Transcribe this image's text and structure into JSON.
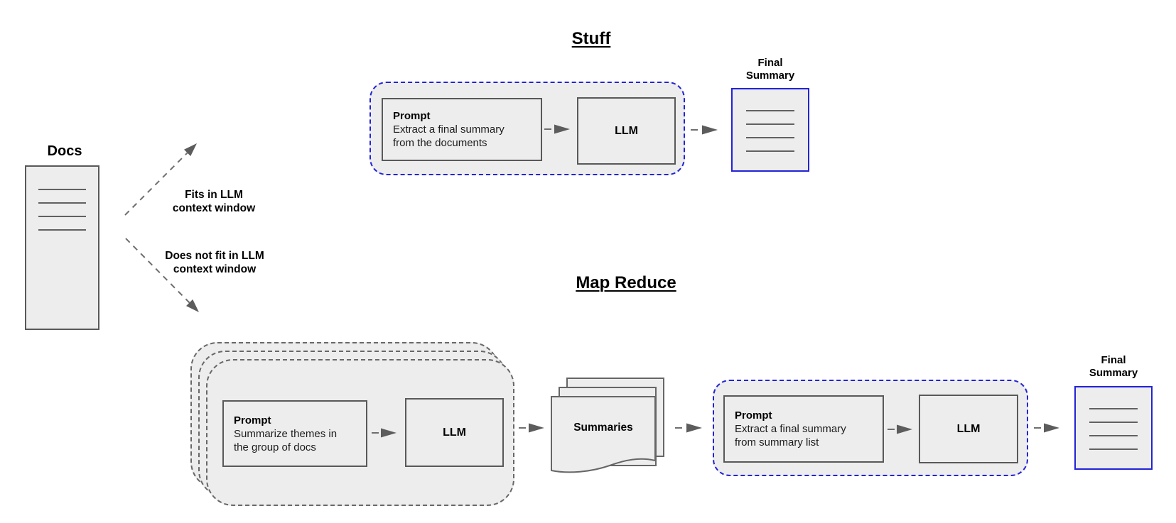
{
  "diagram": {
    "docs_label": "Docs",
    "branch_fits": {
      "line1": "Fits in LLM",
      "line2": "context window"
    },
    "branch_not_fit": {
      "line1": "Does not fit in LLM",
      "line2": "context window"
    },
    "stuff": {
      "title": "Stuff",
      "prompt_heading": "Prompt",
      "prompt_line1": "Extract a final summary",
      "prompt_line2": "from the documents",
      "llm": "LLM",
      "final_line1": "Final",
      "final_line2": "Summary"
    },
    "map_reduce": {
      "title": "Map Reduce",
      "map_prompt_heading": "Prompt",
      "map_prompt_line1": "Summarize themes in",
      "map_prompt_line2": "the group of docs",
      "map_llm": "LLM",
      "summaries": "Summaries",
      "reduce_prompt_heading": "Prompt",
      "reduce_prompt_line1": "Extract a final summary",
      "reduce_prompt_line2": "from summary list",
      "reduce_llm": "LLM",
      "final_line1": "Final",
      "final_line2": "Summary"
    },
    "colors": {
      "node_fill": "#ededed",
      "node_border": "#595959",
      "group_dashed_blue": "#2323d8",
      "stack_dashed_gray": "#686868",
      "arrow_gray": "#6e6e6e",
      "final_summary_border_blue": "#2323d8"
    }
  }
}
